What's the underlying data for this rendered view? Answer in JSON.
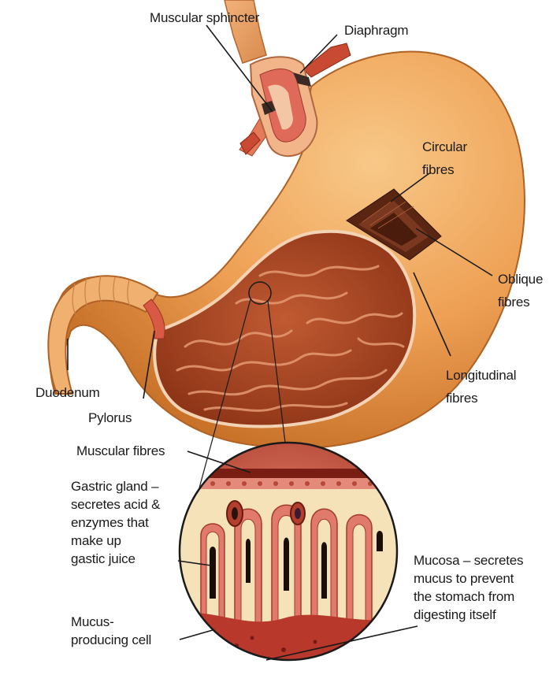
{
  "labels": {
    "muscular_sphincter": "Muscular sphincter",
    "diaphragm": "Diaphragm",
    "circular_fibres": [
      "Circular",
      "fibres"
    ],
    "oblique_fibres": [
      "Oblique",
      "fibres"
    ],
    "longitudinal_fibres": [
      "Longitudinal",
      "fibres"
    ],
    "duodenum": "Duodenum",
    "pylorus": "Pylorus",
    "muscular_fibres": "Muscular fibres",
    "gastric_gland": [
      "Gastric gland –",
      "secretes acid &",
      "enzymes that",
      "make up",
      "gastic juice"
    ],
    "mucus_producing_cell": [
      "Mucus-",
      "producing cell"
    ],
    "mucosa": [
      "Mucosa – secretes",
      "mucus to prevent",
      "the stomach from",
      "digesting itself"
    ]
  },
  "colors": {
    "stomach_outer": "#f0a85c",
    "stomach_shade": "#d98233",
    "lining": "#9b3b1a",
    "rugae": "#c8683d",
    "mucosa_pink": "#e07a6a",
    "gland_cream": "#f6e2b8",
    "line": "#1a1a1a"
  }
}
